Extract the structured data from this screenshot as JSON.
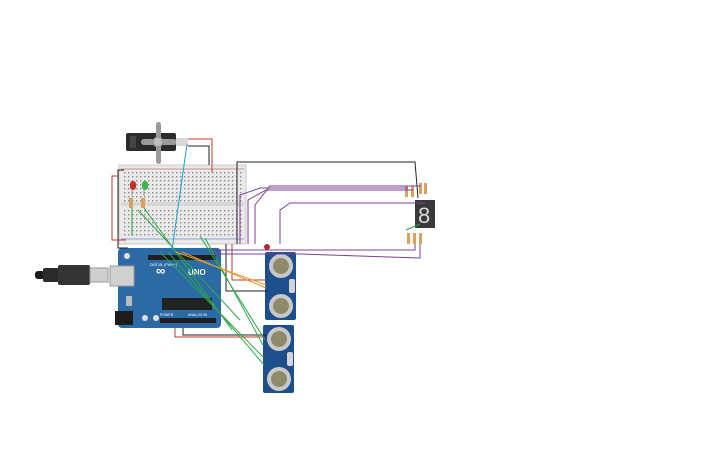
{
  "arduino": {
    "uno_label": "UNO",
    "brand_mark": "∞",
    "digital_label": "DIGITAL (PWM~)",
    "power_label": "POWER",
    "analog_label": "ANALOG IN"
  },
  "seven_segment": {
    "digit": "8"
  },
  "colors": {
    "board_blue": "#2b6aa5",
    "breadboard": "#e9e9e9",
    "wire_green": "#2fa64a",
    "wire_purple": "#7a3f98",
    "wire_black": "#222222",
    "wire_red": "#c23b32",
    "wire_orange": "#e69a2d",
    "wire_blue": "#1f9fd8",
    "led_red": "#c9302c",
    "led_green": "#3cb54a",
    "sensor_blue": "#1d4f8c"
  },
  "icons": {
    "usb_cable": "usb-cable-icon",
    "servo": "servo-motor-icon",
    "sensor": "ultrasonic-sensor-icon"
  }
}
